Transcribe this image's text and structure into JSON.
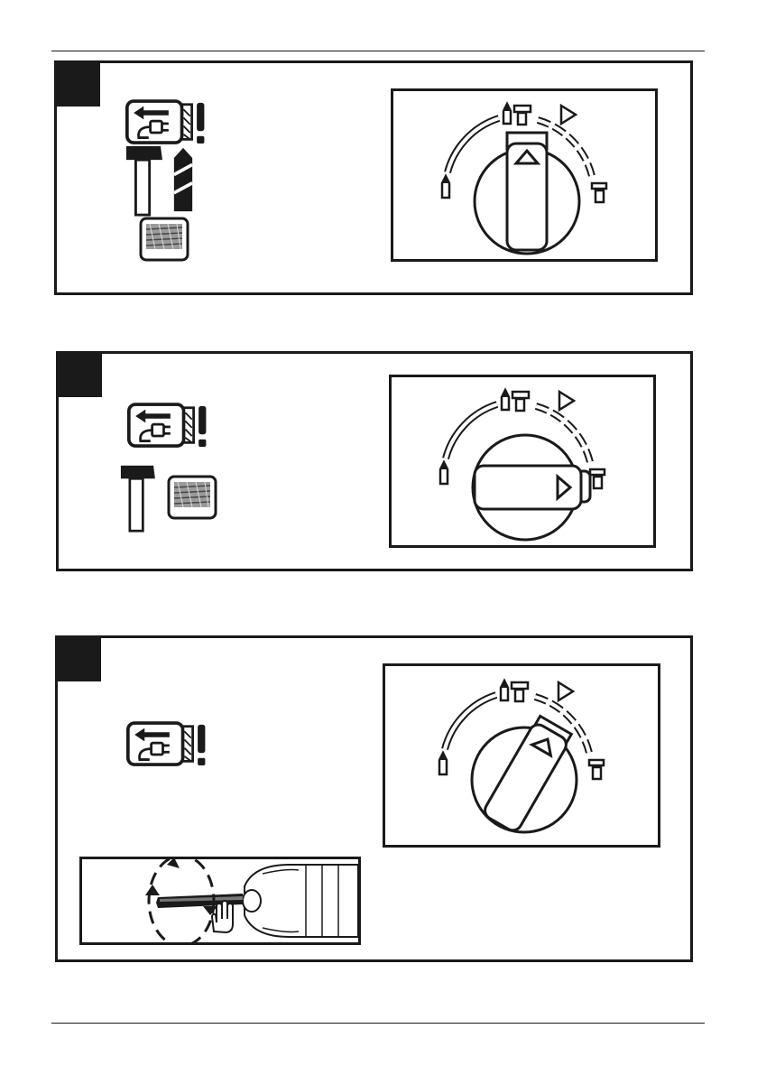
{
  "document": {
    "panels": [
      {
        "step": "",
        "icons": [
          "unplug-warning-icon",
          "hammer-icon",
          "drill-bit-icon",
          "masonry-material-icon"
        ],
        "dial_position": "hammer-drill"
      },
      {
        "step": "",
        "icons": [
          "unplug-warning-icon",
          "hammer-icon",
          "masonry-material-icon"
        ],
        "dial_position": "chisel"
      },
      {
        "step": "",
        "icons": [
          "unplug-warning-icon",
          "chisel-rotate-icon"
        ],
        "dial_position": "chisel-adjust"
      }
    ],
    "colors": {
      "ink": "#1a1a1a",
      "paper": "#ffffff",
      "hatch": "#9a9a9a"
    }
  }
}
